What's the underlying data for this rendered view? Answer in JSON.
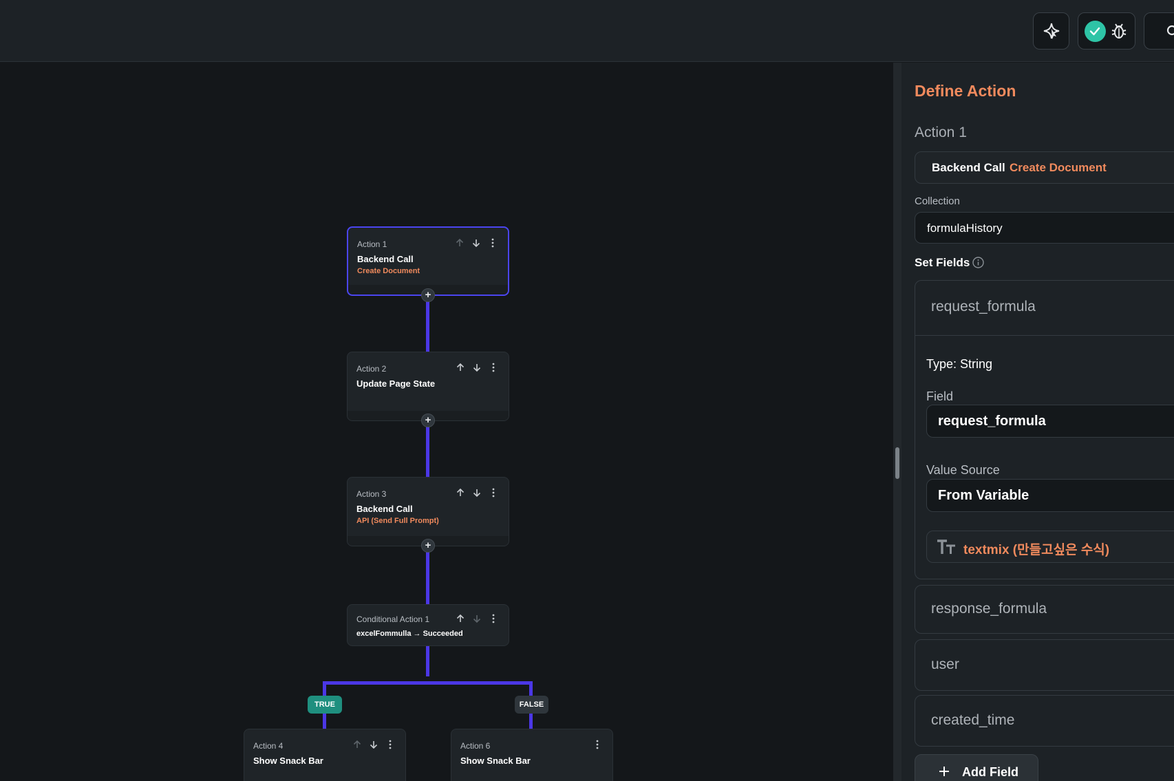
{
  "canvas": {
    "nodes": [
      {
        "label": "Action 1",
        "title": "Backend Call",
        "subtitle": "Create Document"
      },
      {
        "label": "Action 2",
        "title": "Update Page State",
        "subtitle": ""
      },
      {
        "label": "Action 3",
        "title": "Backend Call",
        "subtitle": "API (Send Full Prompt)"
      },
      {
        "label": "Conditional Action 1",
        "title": "excelFommulla → Succeeded",
        "subtitle": ""
      },
      {
        "label": "Action 4",
        "title": "Show Snack Bar",
        "subtitle": ""
      },
      {
        "label": "Action 6",
        "title": "Show Snack Bar",
        "subtitle": ""
      }
    ],
    "plus_symbol": "+",
    "true_label": "TRUE",
    "false_label": "FALSE"
  },
  "panel": {
    "title": "Define Action",
    "action_label": "Action 1",
    "action_type": "Backend Call",
    "action_subtype": "Create Document",
    "collection_label": "Collection",
    "collection_value": "formulaHistory",
    "set_fields_label": "Set Fields",
    "fields": [
      {
        "name": "request_formula"
      },
      {
        "name": "response_formula"
      },
      {
        "name": "user"
      },
      {
        "name": "created_time"
      }
    ],
    "expanded": {
      "type_label": "Type: String",
      "field_label": "Field",
      "field_value": "request_formula",
      "value_source_label": "Value Source",
      "value_source_value": "From Variable",
      "variable_value": "textmix (만들고싶은 수식)"
    },
    "add_field_label": "Add Field"
  },
  "colors": {
    "accent_orange": "#f08a5d",
    "wire_blue": "#4b37e6",
    "true_green": "#1f8f7f",
    "check_teal": "#2ec4a6"
  }
}
